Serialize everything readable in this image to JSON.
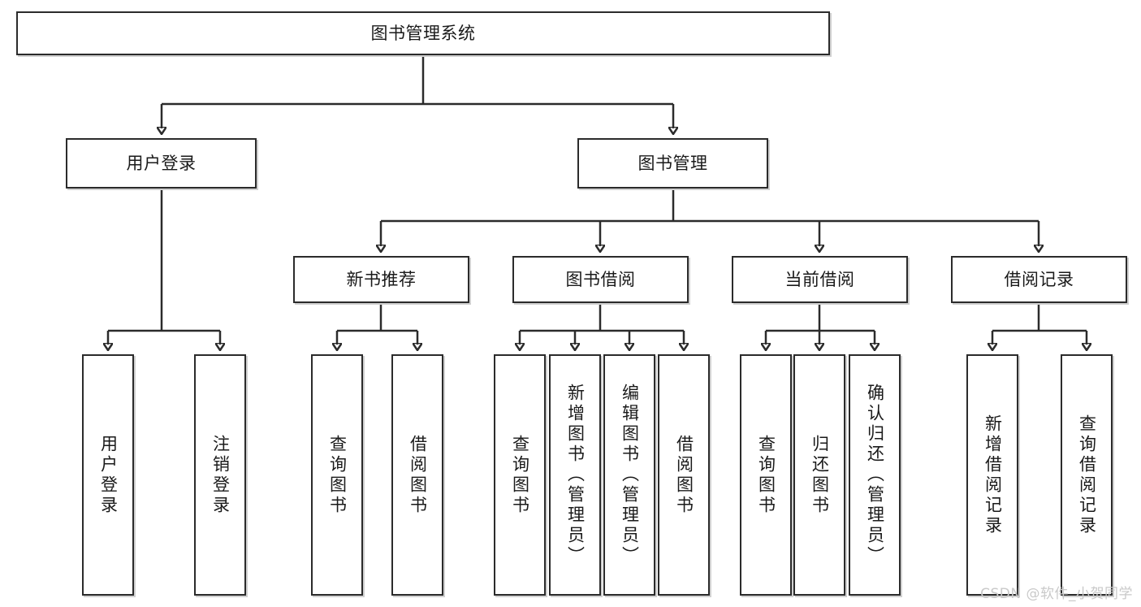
{
  "diagram": {
    "title": "图书管理系统",
    "type": "tree",
    "watermark": "CSDN @软件_小贺同学",
    "levels": {
      "root": {
        "label": "图书管理系统"
      },
      "level2": [
        {
          "label": "用户登录"
        },
        {
          "label": "图书管理"
        }
      ],
      "level3": [
        {
          "label": "新书推荐"
        },
        {
          "label": "图书借阅"
        },
        {
          "label": "当前借阅"
        },
        {
          "label": "借阅记录"
        }
      ],
      "leaves_user_login": [
        {
          "label": "用户登录"
        },
        {
          "label": "注销登录"
        }
      ],
      "leaves_new_book": [
        {
          "label": "查询图书"
        },
        {
          "label": "借阅图书"
        }
      ],
      "leaves_book_borrow": [
        {
          "label": "查询图书"
        },
        {
          "label": "新增图书（管理员）"
        },
        {
          "label": "编辑图书（管理员）"
        },
        {
          "label": "借阅图书"
        }
      ],
      "leaves_current_borrow": [
        {
          "label": "查询图书"
        },
        {
          "label": "归还图书"
        },
        {
          "label": "确认归还（管理员）"
        }
      ],
      "leaves_borrow_record": [
        {
          "label": "新增借阅记录"
        },
        {
          "label": "查询借阅记录"
        }
      ]
    },
    "colors": {
      "stroke": "#2b2b2b",
      "fill": "#ffffff",
      "text": "#1a1a1a",
      "watermark": "#c9c9c9"
    }
  }
}
